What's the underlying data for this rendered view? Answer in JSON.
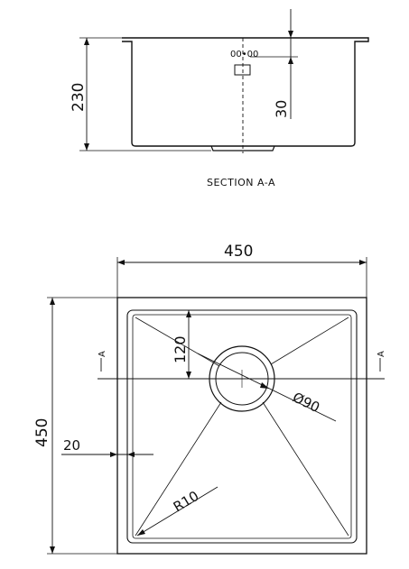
{
  "section": {
    "caption": "SECTION A-A",
    "depth_dim": "230",
    "outlet_offset_dim": "30",
    "outlet_label": "00•00"
  },
  "plan": {
    "width_dim": "450",
    "height_dim": "450",
    "outlet_offset_dim": "120",
    "outlet_diameter_dim": "Ø90",
    "flange_dim": "20",
    "corner_radius_dim": "R10",
    "section_mark_left": "A",
    "section_mark_right": "A"
  }
}
